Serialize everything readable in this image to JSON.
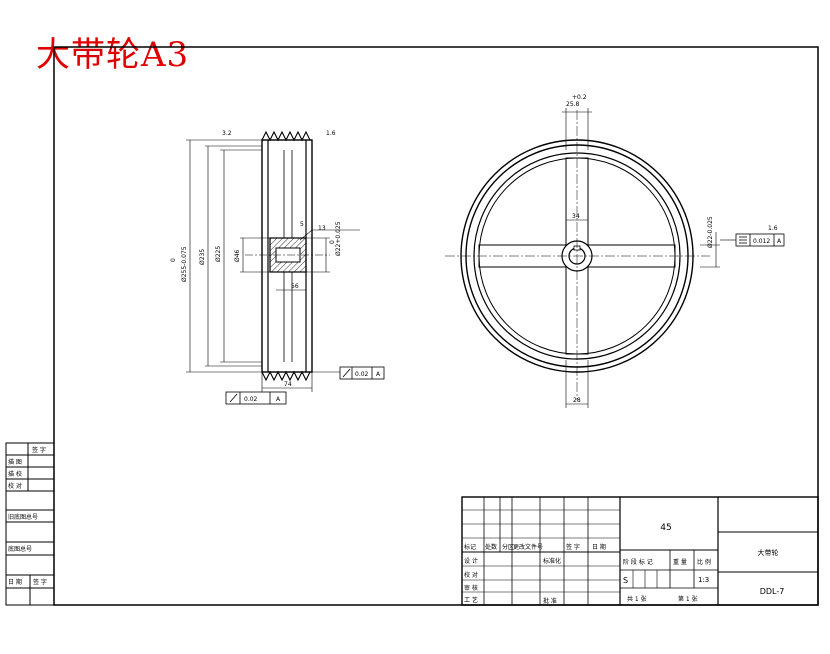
{
  "drawing": {
    "title": "大带轮A3"
  },
  "dimensions": {
    "outer_dia": "Ø255-0.075",
    "outer_dia_tol": "0",
    "groove_dia": "Ø235",
    "root_dia": "Ø225",
    "hub_dia": "Ø46",
    "bore_dia": "Ø22+0.025",
    "bore_tol": "0",
    "width": "74",
    "hub_len": "56",
    "step": "5",
    "step2": "13",
    "key_w": "25.8",
    "key_tol": "+0.2",
    "spoke_w": "34",
    "bottom_w": "28",
    "bore_right": "Ø22-0.025"
  },
  "gdt": {
    "runout1": "0.02",
    "runout2": "0.02",
    "datum": "A",
    "sym_value": "0.012",
    "roughness": "3.2",
    "roughness2": "1.6"
  },
  "left_block": {
    "rows": [
      "签 字",
      "描 图",
      "描 校",
      "校 对"
    ],
    "label_old": "旧底图总号",
    "label_new": "底图总号",
    "date": "日 期",
    "sign": "签 字"
  },
  "title_block": {
    "material": "45",
    "part_name": "大带轮",
    "drawing_no": "DDL-7",
    "scale": "1:3",
    "stage_mark": "S",
    "rev_headers": [
      "标记",
      "处数",
      "分区",
      "更改文件号",
      "签 字",
      "日 期"
    ],
    "roles": [
      "设 计",
      "校 对",
      "审 核",
      "工 艺"
    ],
    "standard": "标准化",
    "approve": "批 准",
    "headers": [
      "阶 段 标 记",
      "重 量",
      "比 例"
    ],
    "sheets": "共 1 张",
    "sheet_no": "第 1 张"
  }
}
